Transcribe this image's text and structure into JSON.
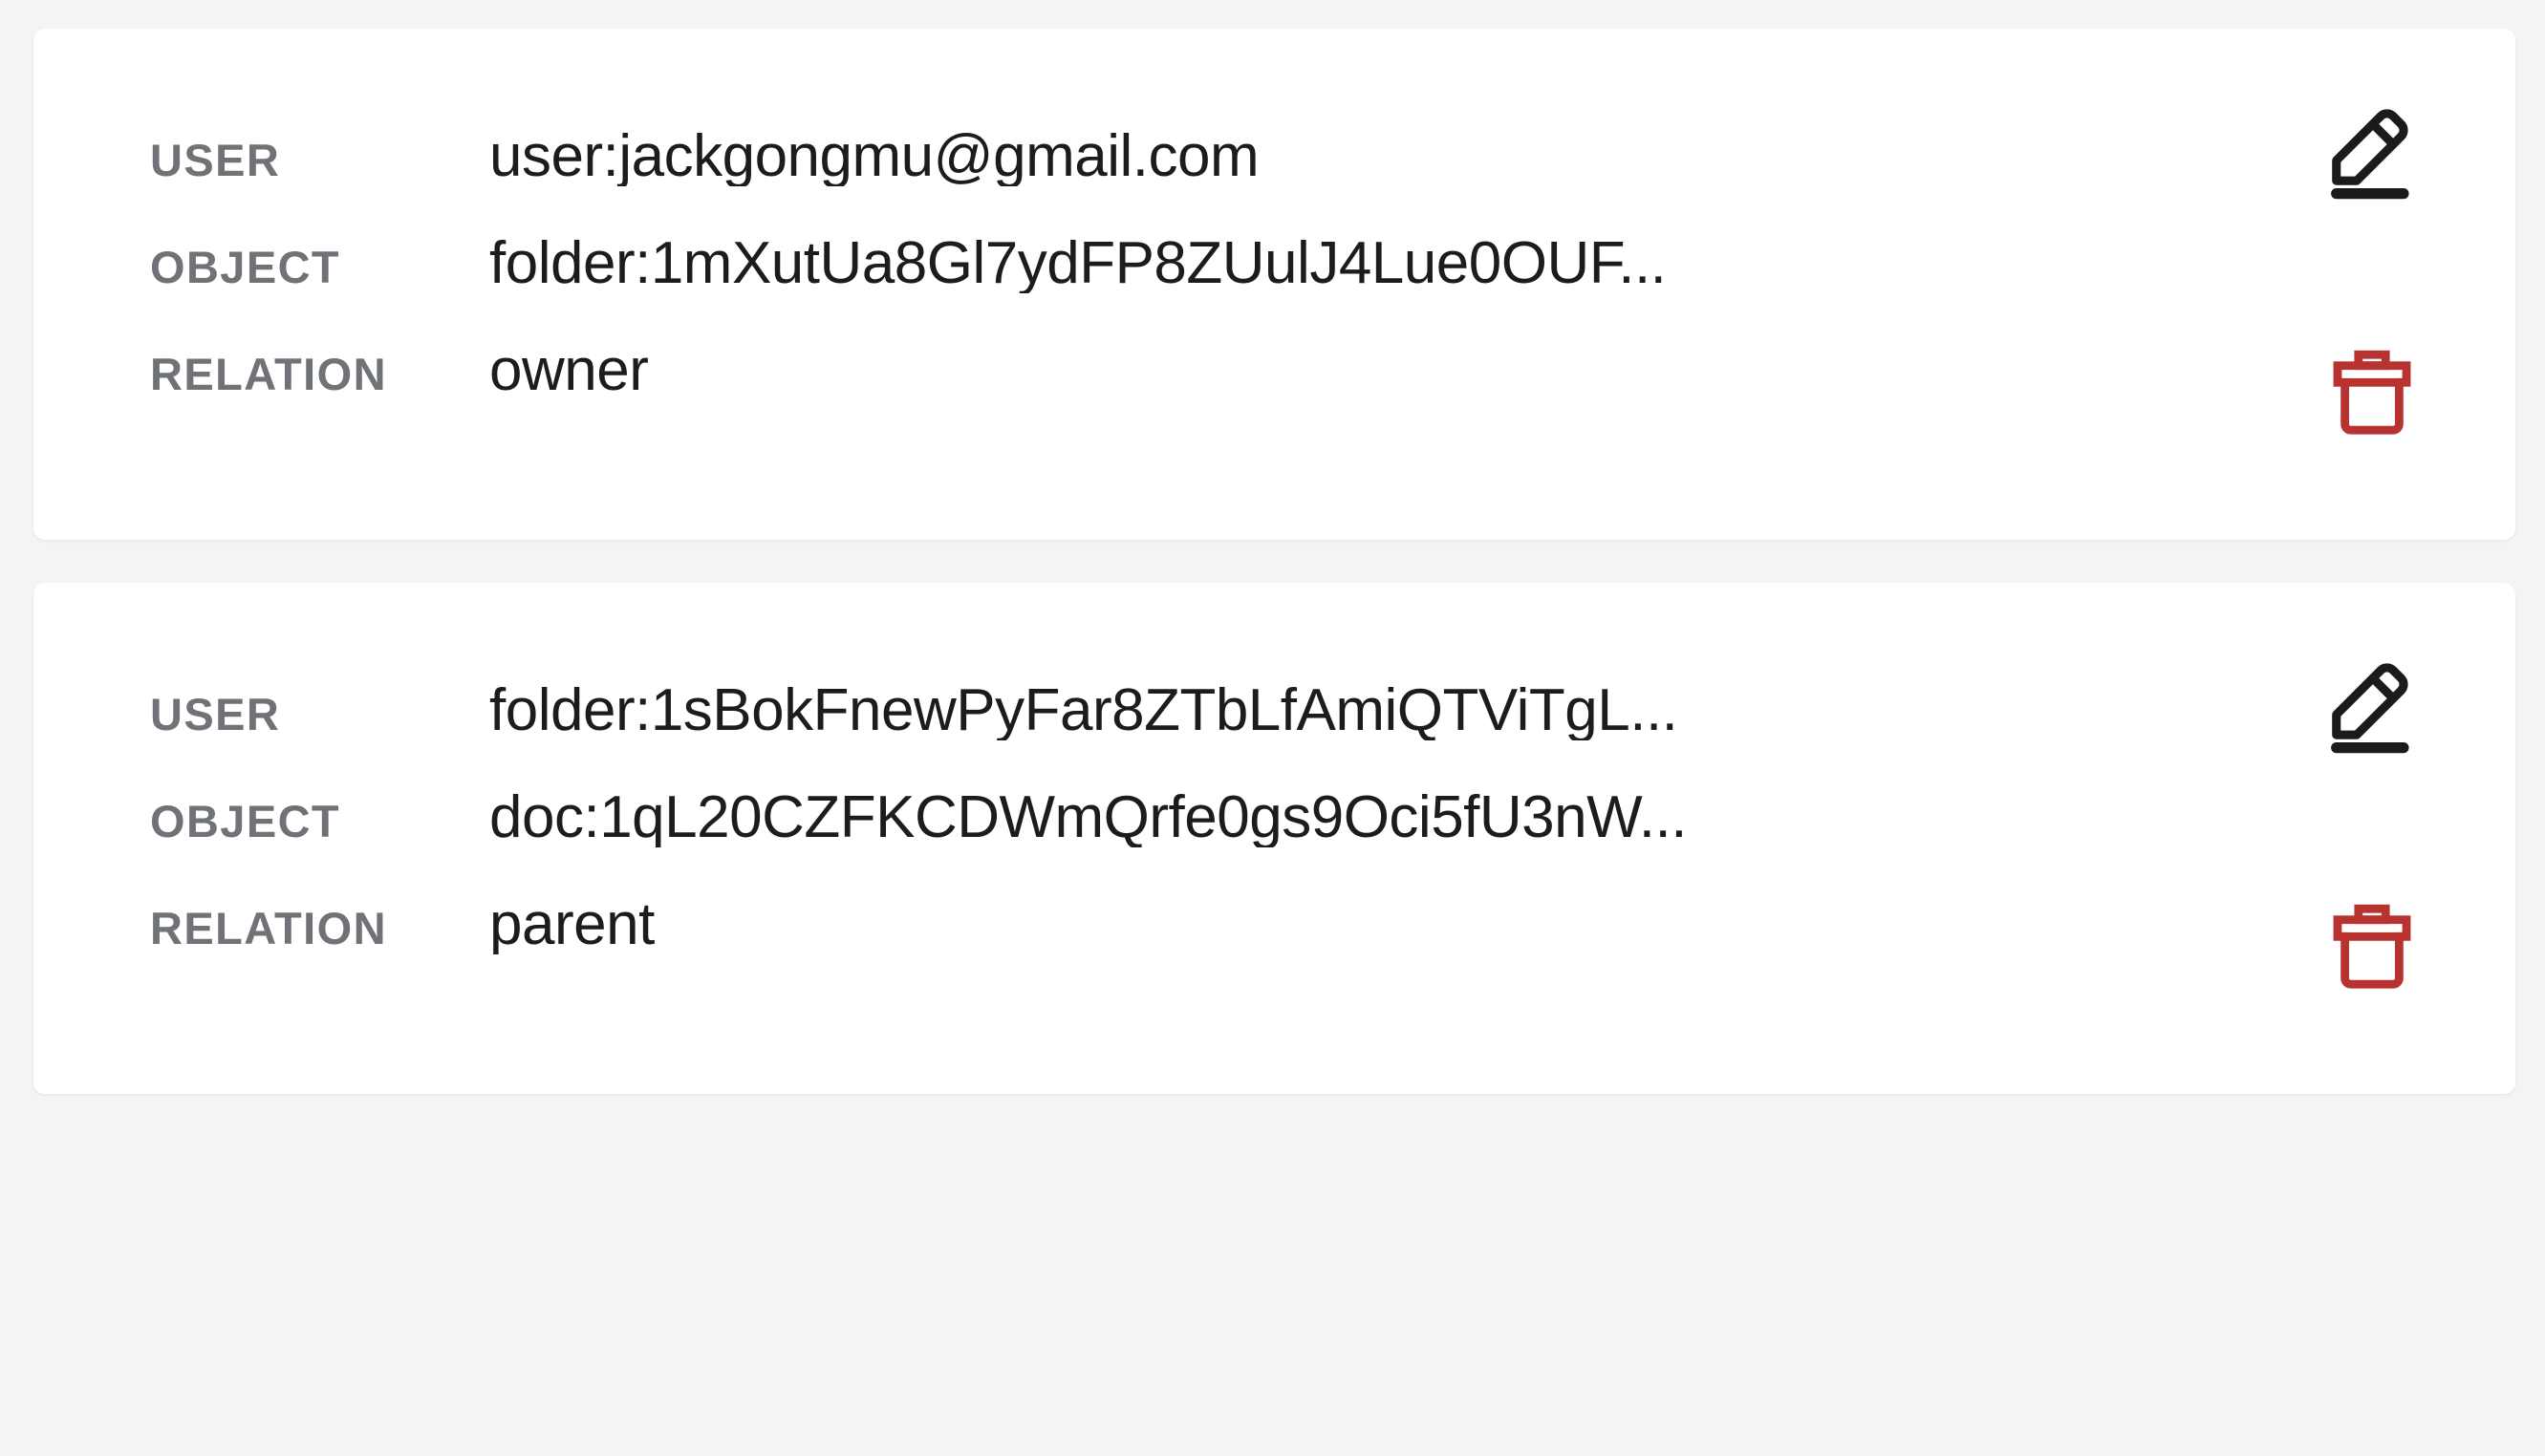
{
  "theme": {
    "page_background": "#f4f4f5",
    "card_background": "#ffffff",
    "label_color": "#6f7276",
    "value_color": "#1b1c1e",
    "edit_icon_color": "#1b1b1b",
    "delete_icon_color": "#b8332f"
  },
  "labels": {
    "user": "USER",
    "object": "OBJECT",
    "relation": "RELATION"
  },
  "actions": {
    "edit_label": "edit-tuple",
    "delete_label": "delete-tuple",
    "edit_icon": "pencil-edit-icon",
    "delete_icon": "trash-delete-icon"
  },
  "cards": [
    {
      "user": "user:jackgongmu@gmail.com",
      "object": "folder:1mXutUa8Gl7ydFP8ZUulJ4Lue0OUF...",
      "relation": "owner"
    },
    {
      "user": "folder:1sBokFnewPyFar8ZTbLfAmiQTViTgL...",
      "object": "doc:1qL20CZFKCDWmQrfe0gs9Oci5fU3nW...",
      "relation": "parent"
    }
  ]
}
